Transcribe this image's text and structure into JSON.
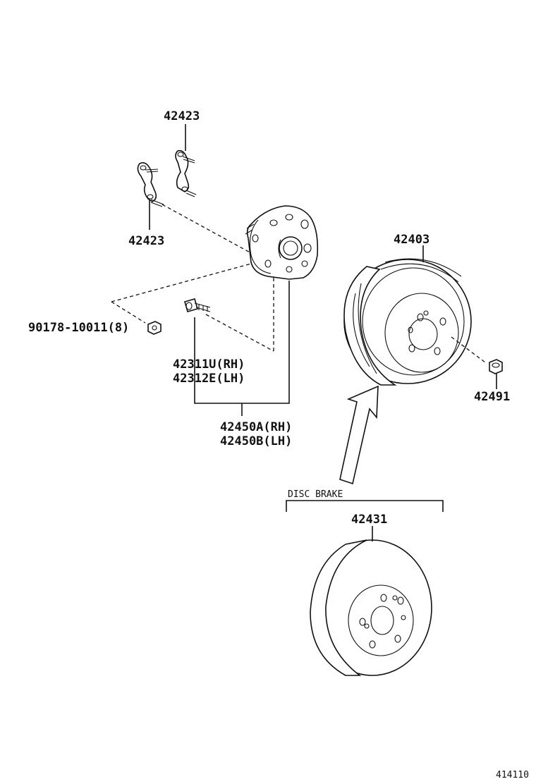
{
  "labels": {
    "p42423_top": "42423",
    "p42423_bottom": "42423",
    "p90178": "90178-10011(8)",
    "p42311u": "42311U(RH)",
    "p42312e": "42312E(LH)",
    "p42450a": "42450A(RH)",
    "p42450b": "42450B(LH)",
    "p42403": "42403",
    "p42491": "42491",
    "disc_brake": "DISC BRAKE",
    "p42431": "42431",
    "diagram_code": "414110"
  },
  "icons": [
    "hub-bolt-icon",
    "hub-bearing-icon",
    "brake-drum-icon",
    "disc-rotor-icon",
    "lug-nut-icon",
    "nut-icon",
    "arrow-icon"
  ]
}
